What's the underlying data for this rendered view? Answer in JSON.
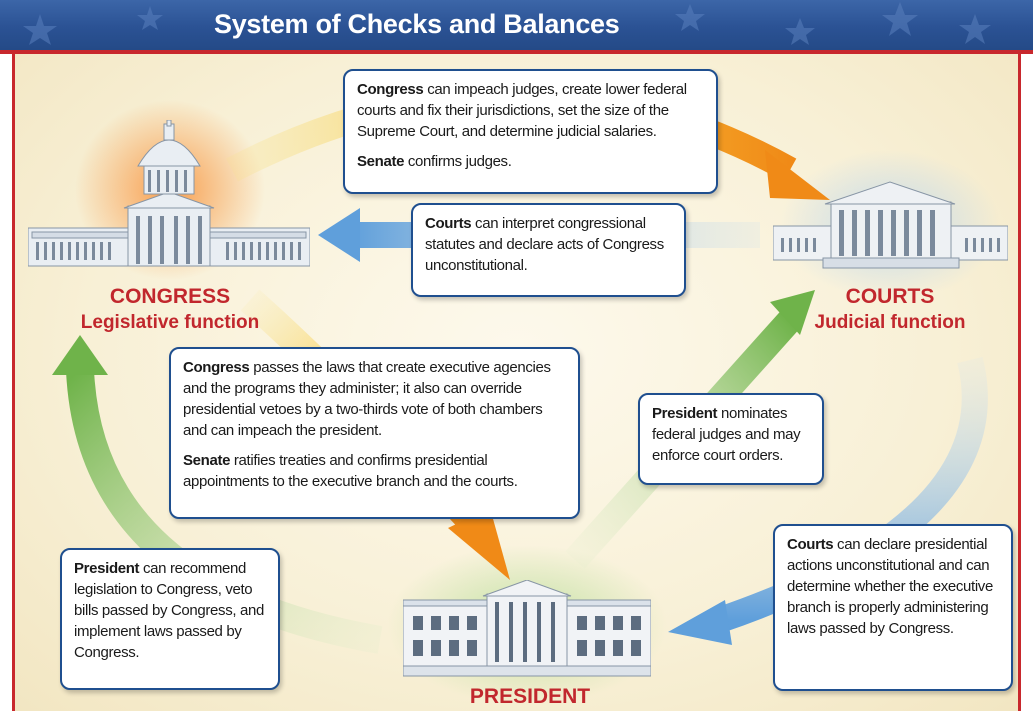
{
  "title": "System of Checks and Balances",
  "branches": {
    "congress": {
      "name": "CONGRESS",
      "function": "Legislative function"
    },
    "courts": {
      "name": "COURTS",
      "function": "Judicial function"
    },
    "president": {
      "name": "PRESIDENT"
    }
  },
  "boxes": {
    "congress_to_courts": {
      "p1_lead": "Congress",
      "p1_text": " can impeach judges, create lower federal courts and fix their jurisdictions, set the size of the Supreme Court, and determine judicial salaries.",
      "p2_lead": "Senate",
      "p2_text": " confirms judges."
    },
    "courts_to_congress": {
      "p1_lead": "Courts",
      "p1_text": " can interpret congressional statutes and declare acts of Congress unconstitutional."
    },
    "congress_to_president": {
      "p1_lead": "Congress",
      "p1_text": " passes the laws that create executive agencies and the programs they administer; it also can override presidential vetoes by a two-thirds vote of both chambers and can impeach the president.",
      "p2_lead": "Senate",
      "p2_text": " ratifies treaties and confirms presidential appointments to the executive branch and the courts."
    },
    "president_to_courts": {
      "p1_lead": "President",
      "p1_text": " nominates federal judges and may enforce court orders."
    },
    "president_to_congress": {
      "p1_lead": "President",
      "p1_text": " can recommend legislation to Congress, veto bills passed by Congress, and implement laws passed by Congress."
    },
    "courts_to_president": {
      "p1_lead": "Courts",
      "p1_text": " can declare presidential actions unconstitutional and can determine whether the executive branch is properly administering laws passed by Congress."
    }
  },
  "colors": {
    "header_blue": "#2b5294",
    "accent_red": "#c1272d",
    "box_border": "#1f4f8f",
    "arrow_orange": "#f39a1e",
    "arrow_blue": "#6aa5dc",
    "arrow_green": "#7cbc5a",
    "panel_cream": "#f8f0d6"
  }
}
